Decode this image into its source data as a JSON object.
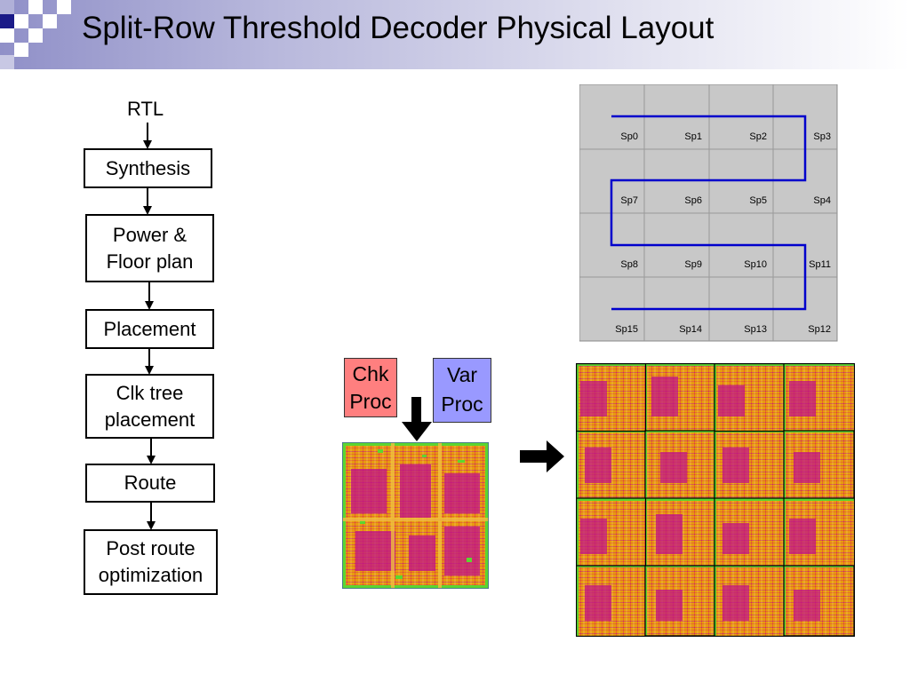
{
  "slide": {
    "title": "Split-Row Threshold Decoder Physical Layout"
  },
  "flow": {
    "start": "RTL",
    "steps": [
      "Synthesis",
      "Power &\nFloor plan",
      "Placement",
      "Clk tree\nplacement",
      "Route",
      "Post route\noptimization"
    ]
  },
  "grid": {
    "cells": [
      "Sp0",
      "Sp1",
      "Sp2",
      "Sp3",
      "Sp7",
      "Sp6",
      "Sp5",
      "Sp4",
      "Sp8",
      "Sp9",
      "Sp10",
      "Sp11",
      "Sp15",
      "Sp14",
      "Sp13",
      "Sp12"
    ],
    "path_color": "#0000cc",
    "cell_color": "#c8c8c8"
  },
  "procs": {
    "chk": "Chk\nProc",
    "var": "Var\nProc",
    "chk_color": "#ff7f7f",
    "var_color": "#9999ff"
  },
  "layout_colors": {
    "base": "#e89a10",
    "magenta": "#c0108a",
    "green": "#5cd630",
    "red": "#e04040"
  }
}
